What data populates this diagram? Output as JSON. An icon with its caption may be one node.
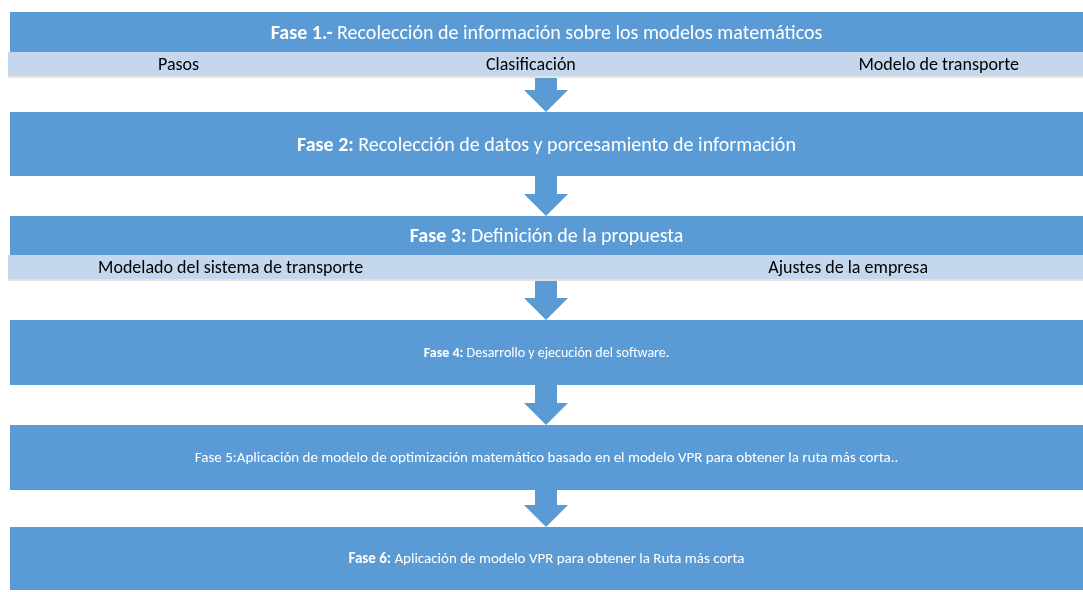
{
  "diagram": {
    "nodes": [
      {
        "text": [
          "**Fase 1.-** Recolección de información sobre los modelos matemáticos"
        ]
      },
      {
        "text": [
          "Pasos",
          "Clasificación",
          "Modelo de transporte"
        ],
        "in": 0
      },
      {
        "text": [
          "**Fase 2:** Recolección de datos y porcesamiento de información"
        ]
      },
      {
        "text": [
          "**Fase 3:** Definición de la propuesta"
        ]
      },
      {
        "text": [
          "Modelado del sistema de transporte",
          "Ajustes de la empresa"
        ],
        "in": 3
      },
      {
        "text": [
          "**Fase 4:** Desarrollo y ejecución del software."
        ]
      },
      {
        "text": [
          "Fase 5:Aplicación de modelo de optimización matemático basado en el modelo VPR para obtener la ruta más corta.."
        ]
      },
      {
        "text": [
          "**Fase 6:** Aplicación de modelo VPR para obtener la Ruta más corta"
        ]
      }
    ],
    "edges": [
      {
        "from": 0,
        "to": 2,
        "arrow": "to"
      },
      {
        "from": 2,
        "to": 3,
        "arrow": "to"
      },
      {
        "from": 3,
        "to": 5,
        "arrow": "to"
      },
      {
        "from": 5,
        "to": 6,
        "arrow": "to"
      },
      {
        "from": 6,
        "to": 7,
        "arrow": "to"
      }
    ]
  }
}
